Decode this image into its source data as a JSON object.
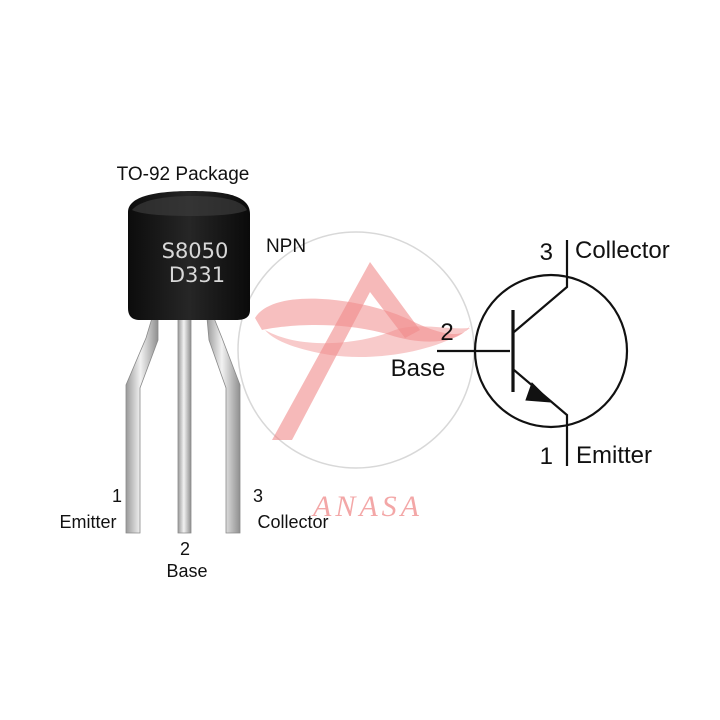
{
  "package": {
    "title": "TO-92 Package",
    "marking_line1": "S8050",
    "marking_line2": "D331",
    "pins": [
      {
        "number": "1",
        "name": "Emitter"
      },
      {
        "number": "2",
        "name": "Base"
      },
      {
        "number": "3",
        "name": "Collector"
      }
    ]
  },
  "watermark": {
    "text": "ANASA"
  },
  "schematic": {
    "type_label": "NPN",
    "collector": {
      "number": "3",
      "name": "Collector"
    },
    "base": {
      "number": "2",
      "name": "Base"
    },
    "emitter": {
      "number": "1",
      "name": "Emitter"
    }
  },
  "colors": {
    "body": "#151515",
    "lead": "#c9c9c9",
    "watermark": "#f08a8a",
    "line": "#111111"
  }
}
